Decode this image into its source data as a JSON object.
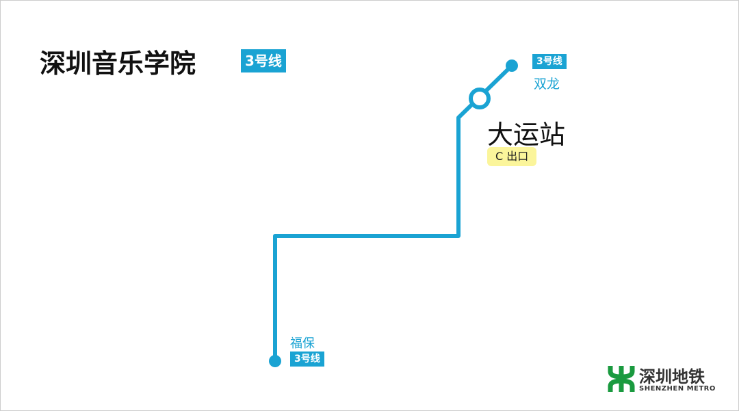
{
  "title": "深圳音乐学院",
  "line_badge": "3号线",
  "color": "#1aa3d3",
  "stations": {
    "top": {
      "name": "双龙",
      "line": "3号线"
    },
    "main": {
      "name": "大运站",
      "exit": "C 出口"
    },
    "bottom": {
      "name": "福保",
      "line": "3号线"
    }
  },
  "logo": {
    "cn": "深圳地铁",
    "en": "SHENZHEN METRO"
  }
}
